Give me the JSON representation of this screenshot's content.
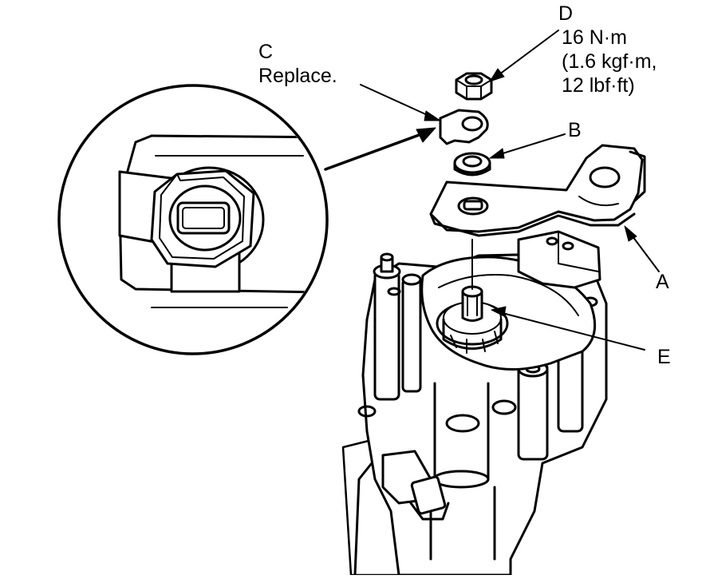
{
  "callouts": {
    "a": {
      "letter": "A"
    },
    "b": {
      "letter": "B"
    },
    "c": {
      "letter": "C",
      "note": "Replace."
    },
    "d": {
      "letter": "D",
      "torque": [
        "16 N·m",
        "(1.6 kgf·m,",
        "12 lbf·ft)"
      ]
    },
    "e": {
      "letter": "E"
    }
  },
  "colors": {
    "ink": "#000000",
    "paper": "#ffffff",
    "shade": "#e6e6e6"
  }
}
